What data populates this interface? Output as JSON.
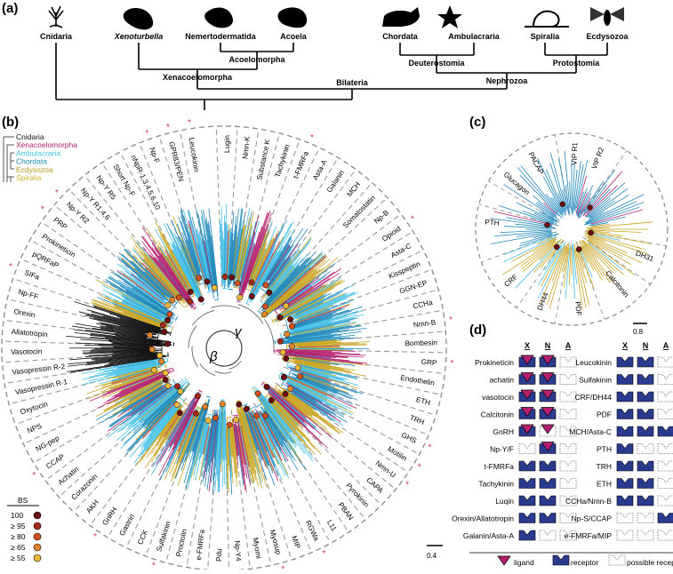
{
  "panels": {
    "a": "(a)",
    "b": "(b)",
    "c": "(c)",
    "d": "(d)"
  },
  "panel_a": {
    "taxa": [
      "Cnidaria",
      "Xenoturbella",
      "Nemertodermatida",
      "Acoela",
      "Chordata",
      "Ambulacraria",
      "Spiralia",
      "Ecdysozoa"
    ],
    "clades": [
      "Acoelomorpha",
      "Xenacoelomorpha",
      "Deuterostomia",
      "Protostomia",
      "Nephrozoa",
      "Bilateria"
    ]
  },
  "panel_b": {
    "legend_groups": [
      {
        "label": "Cnidaria",
        "color": "#111111"
      },
      {
        "label": "Xenacoelomorpha",
        "color": "#b4206f"
      },
      {
        "label": "Ambulacraria",
        "color": "#44c0e8"
      },
      {
        "label": "Chordata",
        "color": "#1f86b8"
      },
      {
        "label": "Ecdysozoa",
        "color": "#b89a1a"
      },
      {
        "label": "Spiralia",
        "color": "#d4b230"
      }
    ],
    "bs_title": "BS",
    "bs_levels": [
      {
        "label": "100",
        "color": "#6b1010"
      },
      {
        "label": "≥ 95",
        "color": "#a32a16"
      },
      {
        "label": "≥ 80",
        "color": "#d0501e"
      },
      {
        "label": "≥ 65",
        "color": "#e2852a"
      },
      {
        "label": "≥ 55",
        "color": "#eeb83a"
      }
    ],
    "greek_gamma": "γ",
    "greek_beta": "β",
    "scale": "0.4",
    "families": [
      "Lugin",
      "Nmn-K",
      "Substance K",
      "Tachykinin",
      "t-FMRFa",
      "Asta-A",
      "Galanin",
      "MCH",
      "Somatostatin",
      "Np-B",
      "Opioid",
      "Asta-C",
      "Kisspeptin",
      "GGN-EP",
      "CCHa",
      "Nmn-B",
      "Bombesin",
      "GRP",
      "Endothelin",
      "ETH",
      "TRH",
      "GHS",
      "Motilin",
      "Nmn-U",
      "CAPA",
      "Pyrokinin",
      "PBAN",
      "L11",
      "RGWa",
      "MIP",
      "Myosup",
      "Myomi",
      "Np-Y4",
      "Pdu",
      "e-FMRFa",
      "Proctolin",
      "Sulfakinin",
      "CCK",
      "Gastrin",
      "GnRH",
      "AKH",
      "Corazonin",
      "Achatin",
      "CCAP",
      "NG-pep",
      "NPS",
      "Oxytocin",
      "Vasopressin R-1",
      "Vasopressin R-2",
      "Vasotocin",
      "Allatotropin",
      "Orexin",
      "Np-FF",
      "SIFa",
      "pQRFaP",
      "Prokineticin",
      "PRP",
      "Np-Y R2",
      "Np-Y R1,4,6",
      "Np-Y R5",
      "Short Np-F",
      "nNpR-1,3,4,5,6,10",
      "Np-F",
      "GPR83/PEN",
      "Leucokinin"
    ]
  },
  "panel_c": {
    "families": [
      "VIP R2",
      "VIP R1",
      "PACAP",
      "Glucagon",
      "PTH",
      "DH31",
      "Calcitonin",
      "PDF",
      "DH44",
      "CRF"
    ],
    "scale": "0.8"
  },
  "panel_d": {
    "headers": [
      "X",
      "N",
      "A"
    ],
    "left_rows": [
      "Prokineticin",
      "achatin",
      "vasotocin",
      "Calcitonin",
      "GnRH",
      "Np-Y/F",
      "t-FMRFa",
      "Tachykinin",
      "Luqin",
      "Orexin/Allatotropin",
      "Galanin/Asta-A"
    ],
    "right_rows": [
      "Leucokinin",
      "Sulfakinin",
      "CRF/DH44",
      "PDF",
      "MCH/Asta-C",
      "PTH",
      "TRH",
      "ETH",
      "CCHa/Nmn-B",
      "Np-S/CCAP",
      "e-FMRFa/MIP"
    ],
    "key": {
      "ligand": "ligand",
      "receptor": "receptor",
      "possible": "possible receptor"
    }
  },
  "colors": {
    "navy": "#2a3a8f",
    "magenta": "#b4206f",
    "cyan": "#44c0e8",
    "blue": "#1f86b8",
    "gold": "#c9a421",
    "pink": "#d0306a"
  }
}
